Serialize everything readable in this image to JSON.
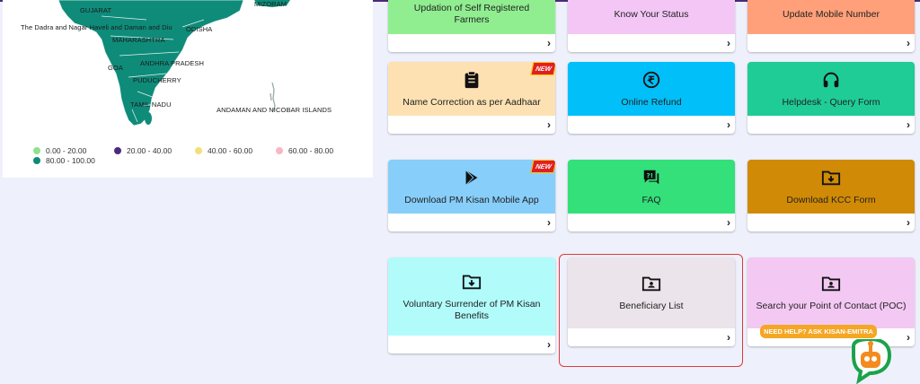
{
  "map": {
    "labels": {
      "gujarat": "GUJARAT",
      "mizoram": "MIZORAM",
      "dadra": "The Dadra and Nagar Haveli and Daman and Diu",
      "odisha": "ODISHA",
      "maharashtra": "MAHARASHTRA",
      "andhra": "ANDHRA PRADESH",
      "goa": "GOA",
      "puducherry": "PUDUCHERRY",
      "tamilnadu": "TAMIL NADU",
      "andaman": "ANDAMAN AND NICOBAR ISLANDS"
    },
    "legend": [
      {
        "label": "0.00 - 20.00",
        "color": "#90e090"
      },
      {
        "label": "20.00 - 40.00",
        "color": "#4b2a7e"
      },
      {
        "label": "40.00 - 60.00",
        "color": "#f2df7a"
      },
      {
        "label": "60.00 - 80.00",
        "color": "#f7b8c2"
      },
      {
        "label": "80.00 - 100.00",
        "color": "#0e8a78"
      }
    ],
    "fill_color": "#0f8b7a"
  },
  "cards": [
    {
      "label": "Updation of Self Registered Farmers",
      "icon": "none",
      "color": "#90ee90",
      "chevron": "›"
    },
    {
      "label": "Know Your Status",
      "icon": "none",
      "color": "#f3c6f5",
      "chevron": "›"
    },
    {
      "label": "Update Mobile Number",
      "icon": "none",
      "color": "#ffa07a",
      "chevron": "›"
    },
    {
      "label": "Name Correction as per Aadhaar",
      "icon": "clipboard-icon",
      "color": "#fde1b2",
      "badge": "NEW",
      "chevron": "›"
    },
    {
      "label": "Online Refund",
      "icon": "rupee-refund-icon",
      "color": "#00bff9",
      "chevron": "›"
    },
    {
      "label": "Helpdesk - Query Form",
      "icon": "headphones-icon",
      "color": "#1fcc96",
      "chevron": "›"
    },
    {
      "label": "Download PM Kisan Mobile App",
      "icon": "play-store-icon",
      "color": "#87cefa",
      "badge": "NEW",
      "chevron": "›"
    },
    {
      "label": "FAQ",
      "icon": "faq-icon",
      "color": "#33e079",
      "chevron": "›"
    },
    {
      "label": "Download KCC Form",
      "icon": "folder-download-icon",
      "color": "#d08a05",
      "chevron": "›"
    },
    {
      "label": "Voluntary Surrender of PM Kisan Benefits",
      "icon": "folder-download-icon",
      "color": "#b1fbfb",
      "chevron": "›"
    },
    {
      "label": "Beneficiary List",
      "icon": "folder-user-icon",
      "color": "#ebe4ea",
      "chevron": "›"
    },
    {
      "label": "Search your Point of Contact (POC)",
      "icon": "folder-user-icon",
      "color": "#f3c8f3",
      "chevron": "›"
    }
  ],
  "chat": {
    "bubble": "NEED HELP? ASK KISAN-EMITRA",
    "icon": "robot-chat-icon"
  }
}
